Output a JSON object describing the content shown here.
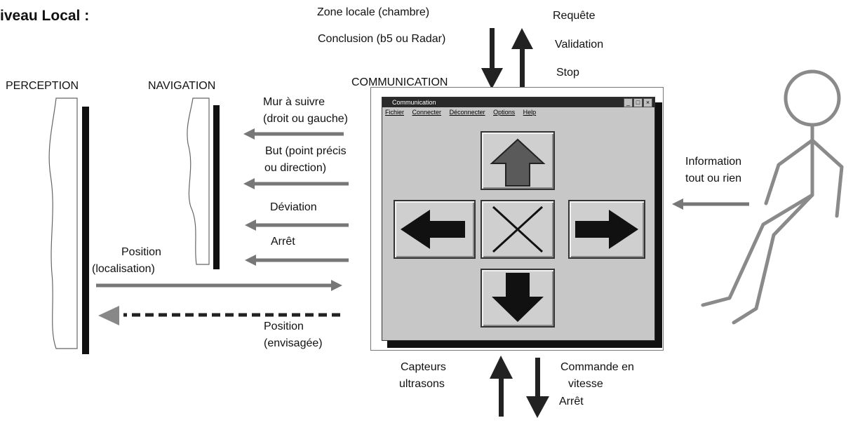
{
  "title": "iveau Local :",
  "modules": {
    "perception": "PERCEPTION",
    "navigation": "NAVIGATION",
    "communication": "COMMUNICATION"
  },
  "top_labels": {
    "zone": "Zone locale (chambre)",
    "conclusion": "Conclusion (b5 ou Radar)",
    "requete": "Requête",
    "validation": "Validation",
    "stop": "Stop"
  },
  "arrows": {
    "mur_1": "Mur à suivre",
    "mur_2": "(droit ou gauche)",
    "but_1": "But (point précis",
    "but_2": "ou direction)",
    "deviation": "Déviation",
    "arret": "Arrêt",
    "position_loc_1": "Position",
    "position_loc_2": "(localisation)",
    "position_env_1": "Position",
    "position_env_2": "(envisagée)"
  },
  "person": {
    "info_1": "Information",
    "info_2": "tout ou rien"
  },
  "bottom_labels": {
    "capteurs_1": "Capteurs",
    "capteurs_2": "ultrasons",
    "commande_1": "Commande en",
    "commande_2": "vitesse",
    "arret": "Arrêt"
  },
  "window": {
    "title": "Communication",
    "menu": [
      "Fichier",
      "Connecter",
      "Déconnecter",
      "Options",
      "Help"
    ],
    "buttons": [
      "up-arrow",
      "left-arrow",
      "stop-cross",
      "right-arrow",
      "down-arrow"
    ]
  }
}
